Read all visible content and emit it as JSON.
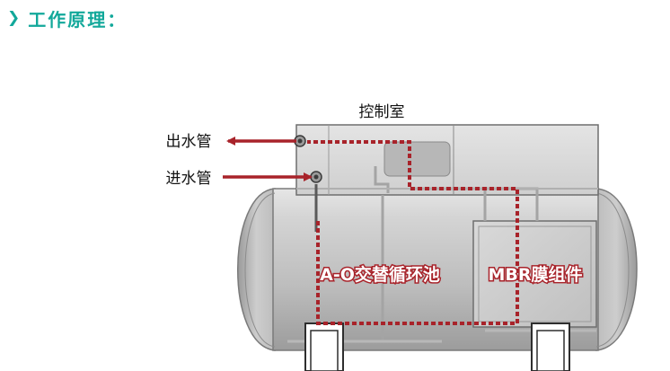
{
  "heading": {
    "icon": "chevron-right-icon",
    "title": "工作原理："
  },
  "diagram": {
    "control_room": "控制室",
    "outlet_pipe": "出水管",
    "inlet_pipe": "进水管",
    "ao_tank": "A-O交替循环池",
    "mbr_module": "MBR膜组件",
    "colors": {
      "accent": "#12a89a",
      "flow": "#a8232a",
      "tank": "#c9c9c9"
    }
  }
}
